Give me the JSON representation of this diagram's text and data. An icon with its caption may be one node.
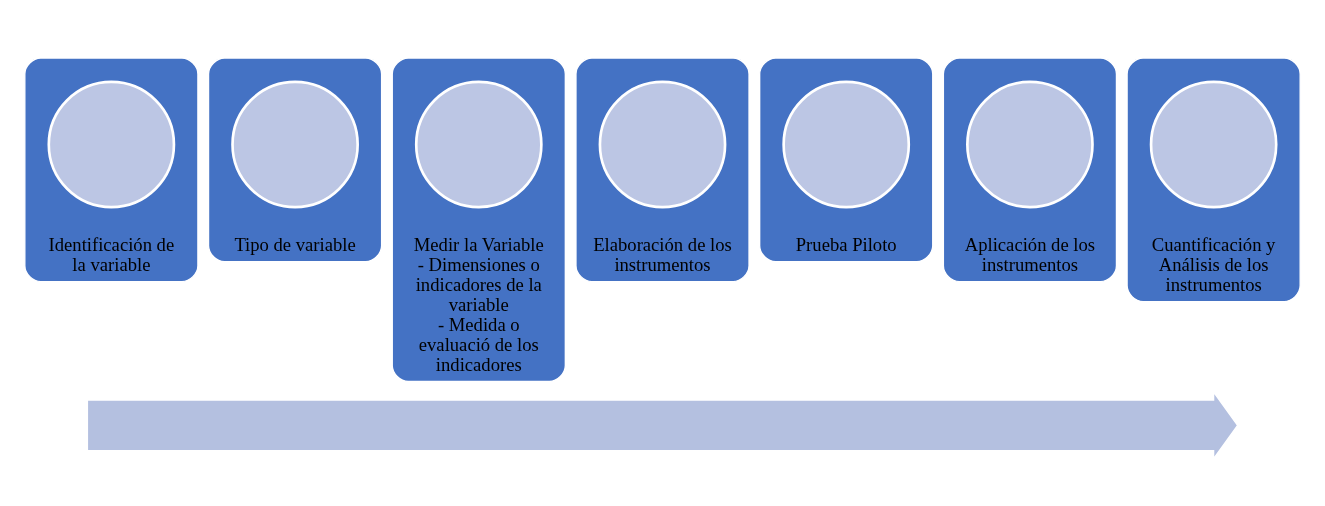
{
  "diagram": {
    "nodes": [
      {
        "text": [
          "Identificación de la variable"
        ]
      },
      {
        "text": [],
        "shape": "circle",
        "in": 0
      },
      {
        "text": [
          "Tipo de variable"
        ]
      },
      {
        "text": [],
        "shape": "circle",
        "in": 2
      },
      {
        "text": [
          "Medir la Variable",
          "- Dimensiones o indicadores de la variable",
          "- Medida o evaluació de los indicadores"
        ]
      },
      {
        "text": [],
        "shape": "circle",
        "in": 4
      },
      {
        "text": [
          "Elaboración de los instrumentos"
        ]
      },
      {
        "text": [],
        "shape": "circle",
        "in": 6
      },
      {
        "text": [
          "Prueba Piloto"
        ]
      },
      {
        "text": [],
        "shape": "circle",
        "in": 8
      },
      {
        "text": [
          "Aplicación de los instrumentos"
        ]
      },
      {
        "text": [],
        "shape": "circle",
        "in": 10
      },
      {
        "text": [
          "Cuantificación y Análisis de los instrumentos"
        ]
      },
      {
        "text": [],
        "shape": "circle",
        "in": 12
      },
      {
        "text": [],
        "shape": "arrow"
      }
    ],
    "edges": []
  }
}
